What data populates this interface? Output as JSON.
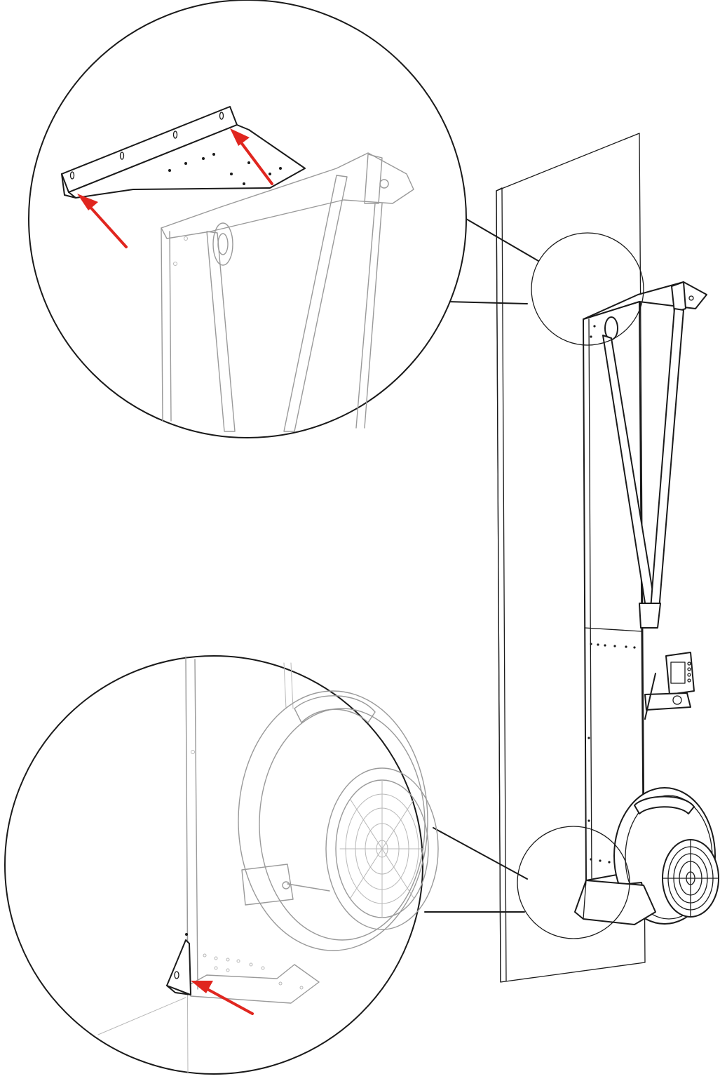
{
  "figure": {
    "type": "installation-diagram",
    "annotation_color": "#e0261f",
    "ink_color": "#1a1a1a",
    "ghost_color": "#9a9a9a"
  },
  "callouts": [
    {
      "name": "top-bracket-detail"
    },
    {
      "name": "bottom-foot-detail"
    }
  ],
  "arrows": [
    {
      "name": "top-bracket-arrow-left"
    },
    {
      "name": "top-bracket-arrow-right"
    },
    {
      "name": "bottom-foot-arrow"
    }
  ]
}
